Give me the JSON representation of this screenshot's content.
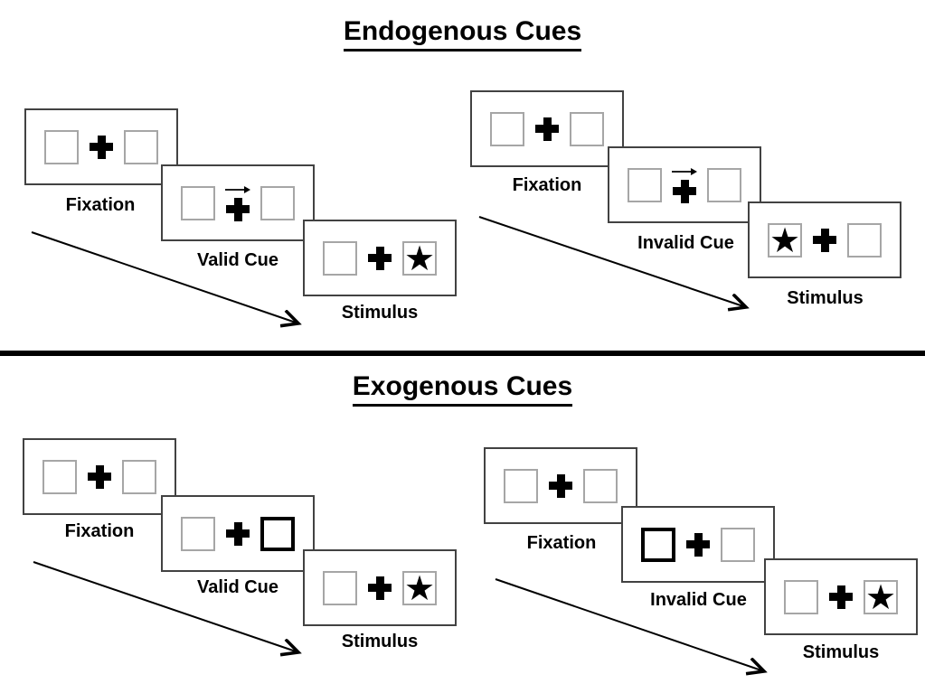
{
  "sections": [
    {
      "title": "Endogenous Cues",
      "trials": [
        {
          "condition": "valid",
          "panels": [
            {
              "label": "Fixation"
            },
            {
              "label": "Valid Cue",
              "cue_type": "central-arrow",
              "cue_direction": "right"
            },
            {
              "label": "Stimulus",
              "star_side": "right"
            }
          ]
        },
        {
          "condition": "invalid",
          "panels": [
            {
              "label": "Fixation"
            },
            {
              "label": "Invalid Cue",
              "cue_type": "central-arrow",
              "cue_direction": "right"
            },
            {
              "label": "Stimulus",
              "star_side": "left"
            }
          ]
        }
      ]
    },
    {
      "title": "Exogenous Cues",
      "trials": [
        {
          "condition": "valid",
          "panels": [
            {
              "label": "Fixation"
            },
            {
              "label": "Valid Cue",
              "cue_type": "thick-box",
              "cue_side": "right"
            },
            {
              "label": "Stimulus",
              "star_side": "right"
            }
          ]
        },
        {
          "condition": "invalid",
          "panels": [
            {
              "label": "Fixation"
            },
            {
              "label": "Invalid Cue",
              "cue_type": "thick-box",
              "cue_side": "left"
            },
            {
              "label": "Stimulus",
              "star_side": "right"
            }
          ]
        }
      ]
    }
  ],
  "glyphs": {
    "star": "★"
  },
  "colors": {
    "ink": "#000000",
    "box_border": "#a6a6a6",
    "panel_border": "#424242"
  }
}
